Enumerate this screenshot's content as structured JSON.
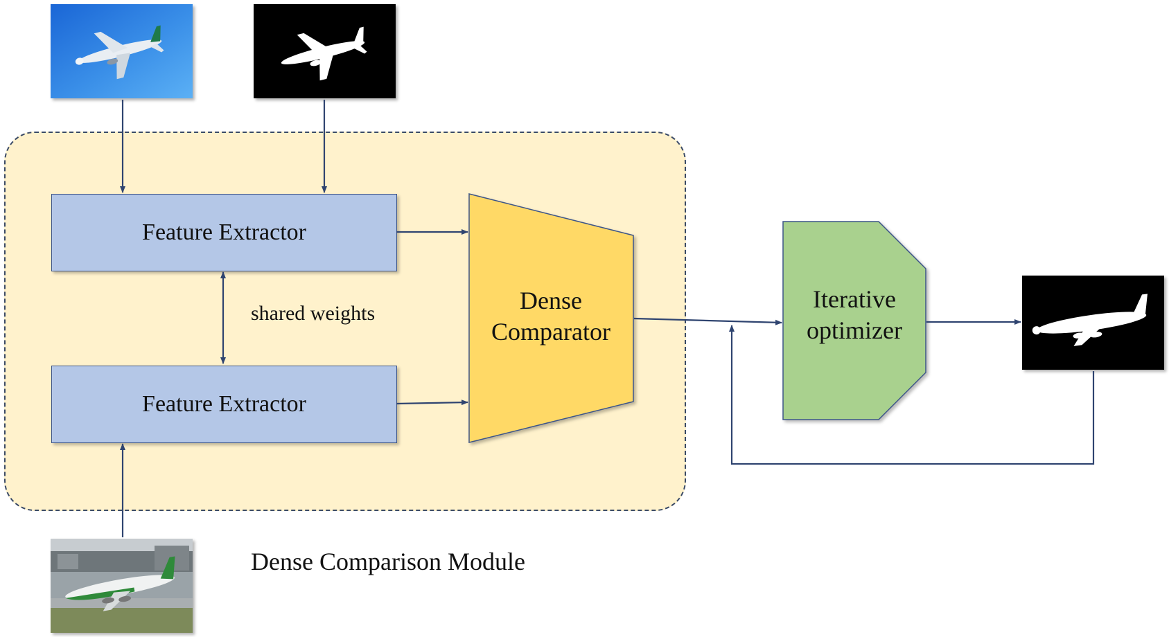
{
  "blocks": {
    "feature_extractor_top": "Feature Extractor",
    "feature_extractor_bottom": "Feature Extractor",
    "shared_weights": "shared weights",
    "dense_comparator_line1": "Dense",
    "dense_comparator_line2": "Comparator",
    "iterative_optimizer_line1": "Iterative",
    "iterative_optimizer_line2": "optimizer",
    "module_caption": "Dense Comparison Module"
  },
  "colors": {
    "feature_extractor_fill": "#b4c7e7",
    "dense_comparator_fill": "#ffd966",
    "iterative_optimizer_fill": "#a9d18e",
    "module_region_fill": "#fff2cc",
    "arrow": "#2f4470"
  },
  "images": {
    "support_image": "airplane-sky-photo",
    "support_mask": "airplane-mask",
    "query_image": "airplane-runway-photo",
    "predicted_mask": "predicted-airplane-mask"
  }
}
